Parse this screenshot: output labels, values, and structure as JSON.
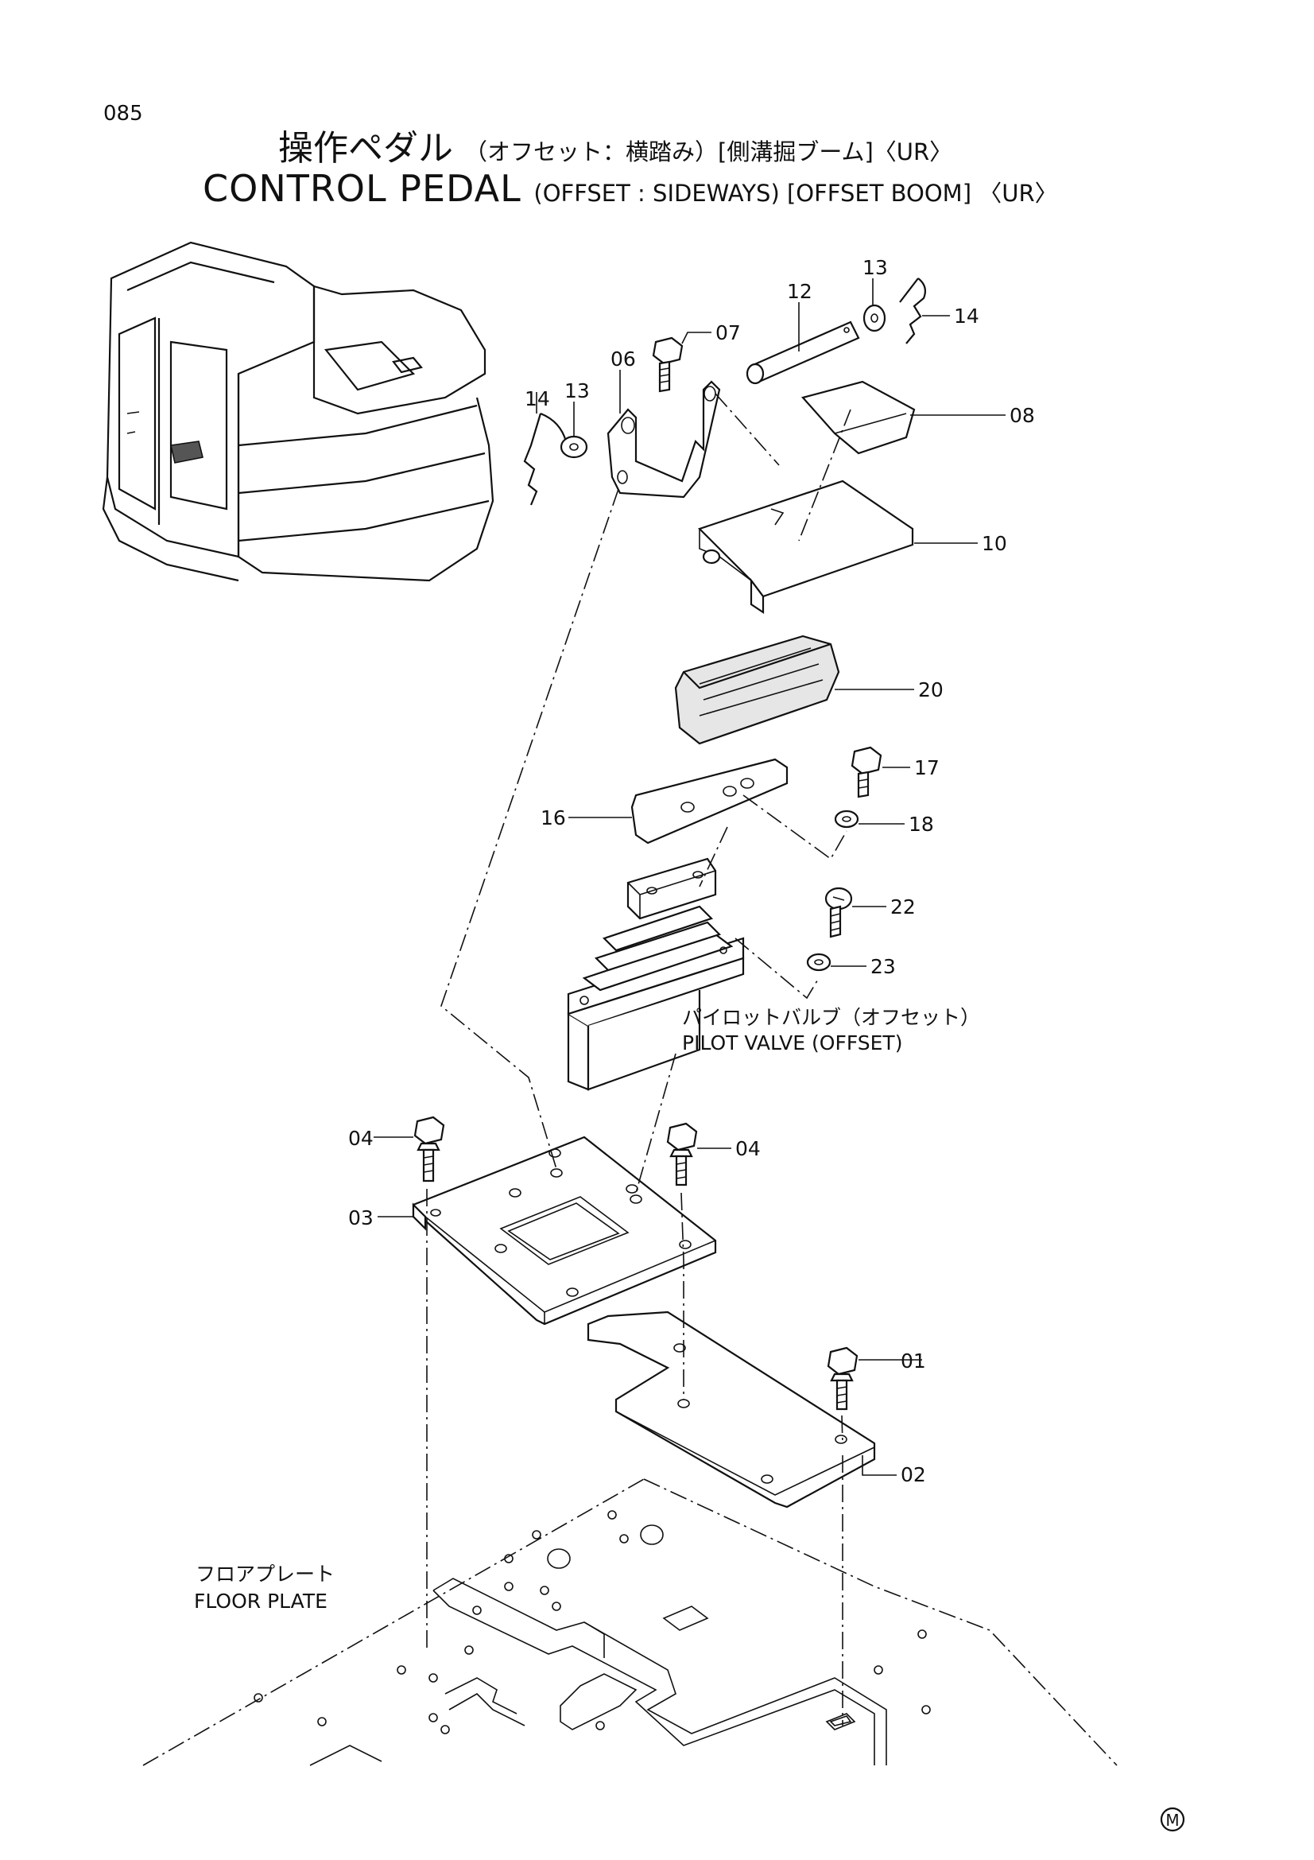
{
  "page_number": "085",
  "title_jp": {
    "main": "操作ペダル",
    "sub": "（オフセット：横踏み）[側溝掘ブーム]〈UR〉"
  },
  "title_en": {
    "main": "CONTROL PEDAL",
    "sub": "(OFFSET : SIDEWAYS) [OFFSET BOOM] 〈UR〉"
  },
  "part_labels": {
    "p01": "01",
    "p02": "02",
    "p03": "03",
    "p04_left": "04",
    "p04_right": "04",
    "p06": "06",
    "p07": "07",
    "p08": "08",
    "p10": "10",
    "p12": "12",
    "p13_left": "13",
    "p13_right": "13",
    "p14_left": "14",
    "p14_right": "14",
    "p16": "16",
    "p17": "17",
    "p18": "18",
    "p20": "20",
    "p22": "22",
    "p23": "23"
  },
  "notes": {
    "pilot_valve_jp": "パイロットバルブ（オフセット）",
    "pilot_valve_en": "PILOT VALVE (OFFSET)",
    "floor_plate_jp": "フロアプレート",
    "floor_plate_en": "FLOOR PLATE"
  },
  "corner_mark": "M"
}
